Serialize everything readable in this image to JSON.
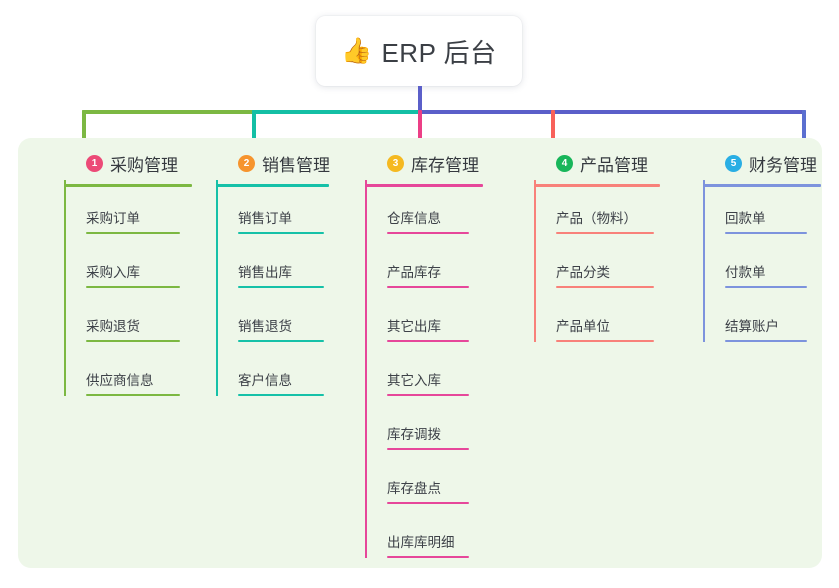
{
  "root": {
    "icon": "thumbs-up-icon",
    "emoji": "👍",
    "title": "ERP 后台"
  },
  "palette": {
    "panel_bg": "#eef7e9",
    "page_bg": "#ffffff",
    "stem": "#5b5fc9",
    "bus_green": "#7cb842",
    "bus_teal": "#14bfa5",
    "bus_blue": "#5b5fc9"
  },
  "columns": [
    {
      "number": "1",
      "title": "采购管理",
      "badge_color": "#ec4a77",
      "line_color": "#7cb842",
      "items": [
        {
          "label": "采购订单"
        },
        {
          "label": "采购入库"
        },
        {
          "label": "采购退货"
        },
        {
          "label": "供应商信息"
        }
      ]
    },
    {
      "number": "2",
      "title": "销售管理",
      "badge_color": "#f6942e",
      "line_color": "#16c1a8",
      "items": [
        {
          "label": "销售订单"
        },
        {
          "label": "销售出库"
        },
        {
          "label": "销售退货"
        },
        {
          "label": "客户信息"
        }
      ]
    },
    {
      "number": "3",
      "title": "库存管理",
      "badge_color": "#f5b921",
      "line_color": "#e6479a",
      "items": [
        {
          "label": "仓库信息"
        },
        {
          "label": "产品库存"
        },
        {
          "label": "其它出库"
        },
        {
          "label": "其它入库"
        },
        {
          "label": "库存调拨"
        },
        {
          "label": "库存盘点"
        },
        {
          "label": "出库库明细"
        }
      ]
    },
    {
      "number": "4",
      "title": "产品管理",
      "badge_color": "#18b65a",
      "line_color": "#f8817a",
      "items": [
        {
          "label": "产品（物料）"
        },
        {
          "label": "产品分类"
        },
        {
          "label": "产品单位"
        }
      ]
    },
    {
      "number": "5",
      "title": "财务管理",
      "badge_color": "#29aee4",
      "line_color": "#7d93dd",
      "items": [
        {
          "label": "回款单"
        },
        {
          "label": "付款单"
        },
        {
          "label": "结算账户"
        }
      ]
    }
  ]
}
